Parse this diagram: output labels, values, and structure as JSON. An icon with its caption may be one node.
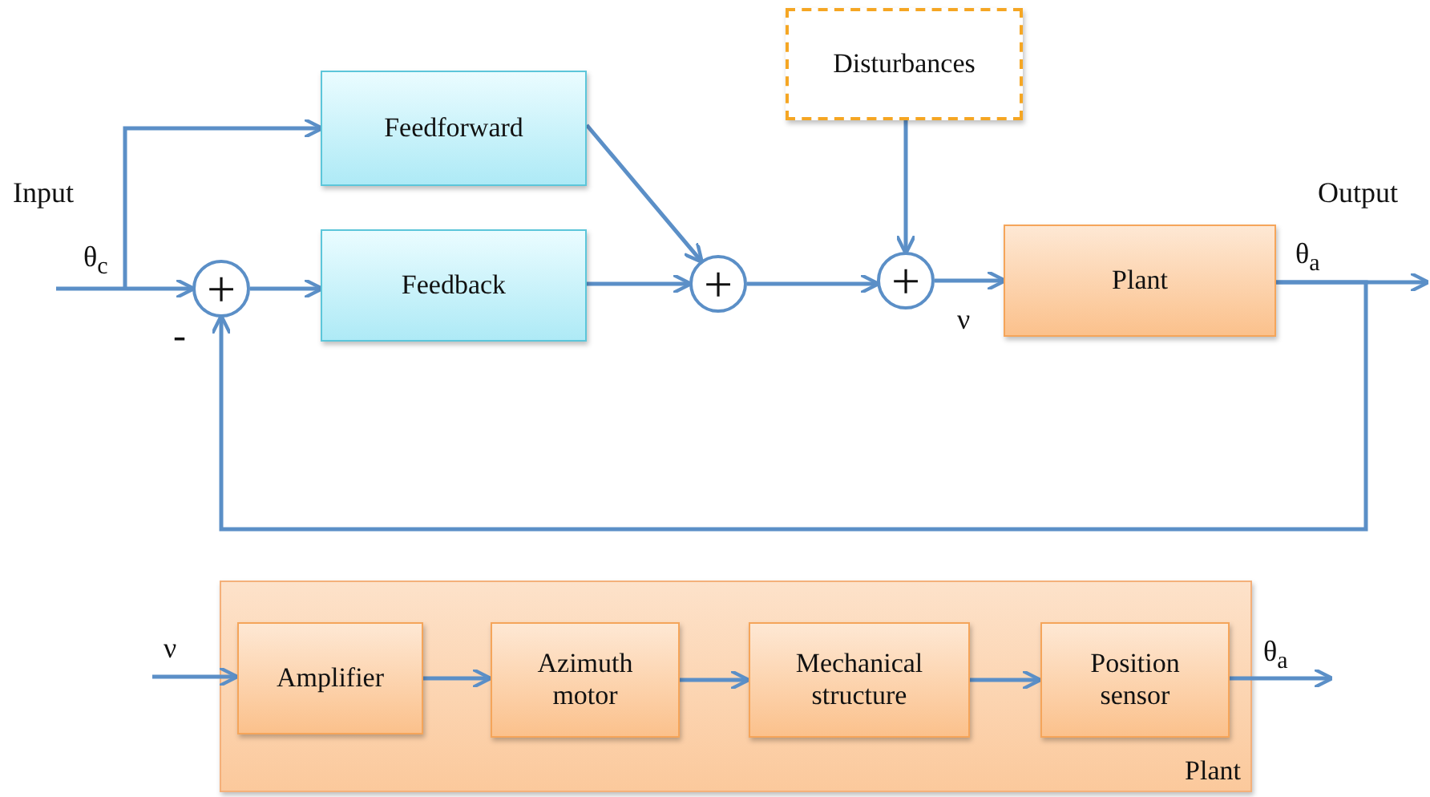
{
  "diagram": {
    "nodes": [
      {
        "text": [
          "Disturbances"
        ]
      },
      {
        "text": [
          "Feedforward"
        ]
      },
      {
        "text": [
          "+"
        ]
      },
      {
        "text": [
          "Feedback"
        ]
      },
      {
        "text": [
          "+"
        ]
      },
      {
        "text": [
          "+"
        ]
      },
      {
        "text": [
          "Plant"
        ]
      },
      {
        "text": [
          "Plant"
        ]
      },
      {
        "text": [
          "Amplifier"
        ],
        "in": 7
      },
      {
        "text": [
          "Azimuth motor"
        ],
        "in": 7
      },
      {
        "text": [
          "Mechanical structure"
        ],
        "in": 7
      },
      {
        "text": [
          "Position sensor"
        ],
        "in": 7
      }
    ],
    "edges": [
      {
        "from": null,
        "to": 2,
        "arrow": "to",
        "label": "θ$_{c}$"
      },
      {
        "from": null,
        "to": 1,
        "arrow": "to"
      },
      {
        "from": 2,
        "to": 3,
        "arrow": "to"
      },
      {
        "from": 3,
        "to": 4,
        "arrow": "to"
      },
      {
        "from": 1,
        "to": 4,
        "arrow": "to"
      },
      {
        "from": 4,
        "to": 5,
        "arrow": "to"
      },
      {
        "from": 0,
        "to": 5,
        "arrow": "to"
      },
      {
        "from": 5,
        "to": 6,
        "arrow": "to",
        "label": "ν"
      },
      {
        "from": 6,
        "to": null,
        "arrow": "to",
        "label": "θ$_{a}$"
      },
      {
        "from": 6,
        "to": 2,
        "arrow": "to",
        "label": "-"
      },
      {
        "from": null,
        "to": 8,
        "arrow": "to",
        "label": "ν"
      },
      {
        "from": 8,
        "to": 9,
        "arrow": "to"
      },
      {
        "from": 9,
        "to": 10,
        "arrow": "to"
      },
      {
        "from": 10,
        "to": 11,
        "arrow": "to"
      },
      {
        "from": 11,
        "to": null,
        "arrow": "to",
        "label": "θ$_{a}$"
      }
    ],
    "labels": [
      "Input",
      "Output"
    ]
  }
}
